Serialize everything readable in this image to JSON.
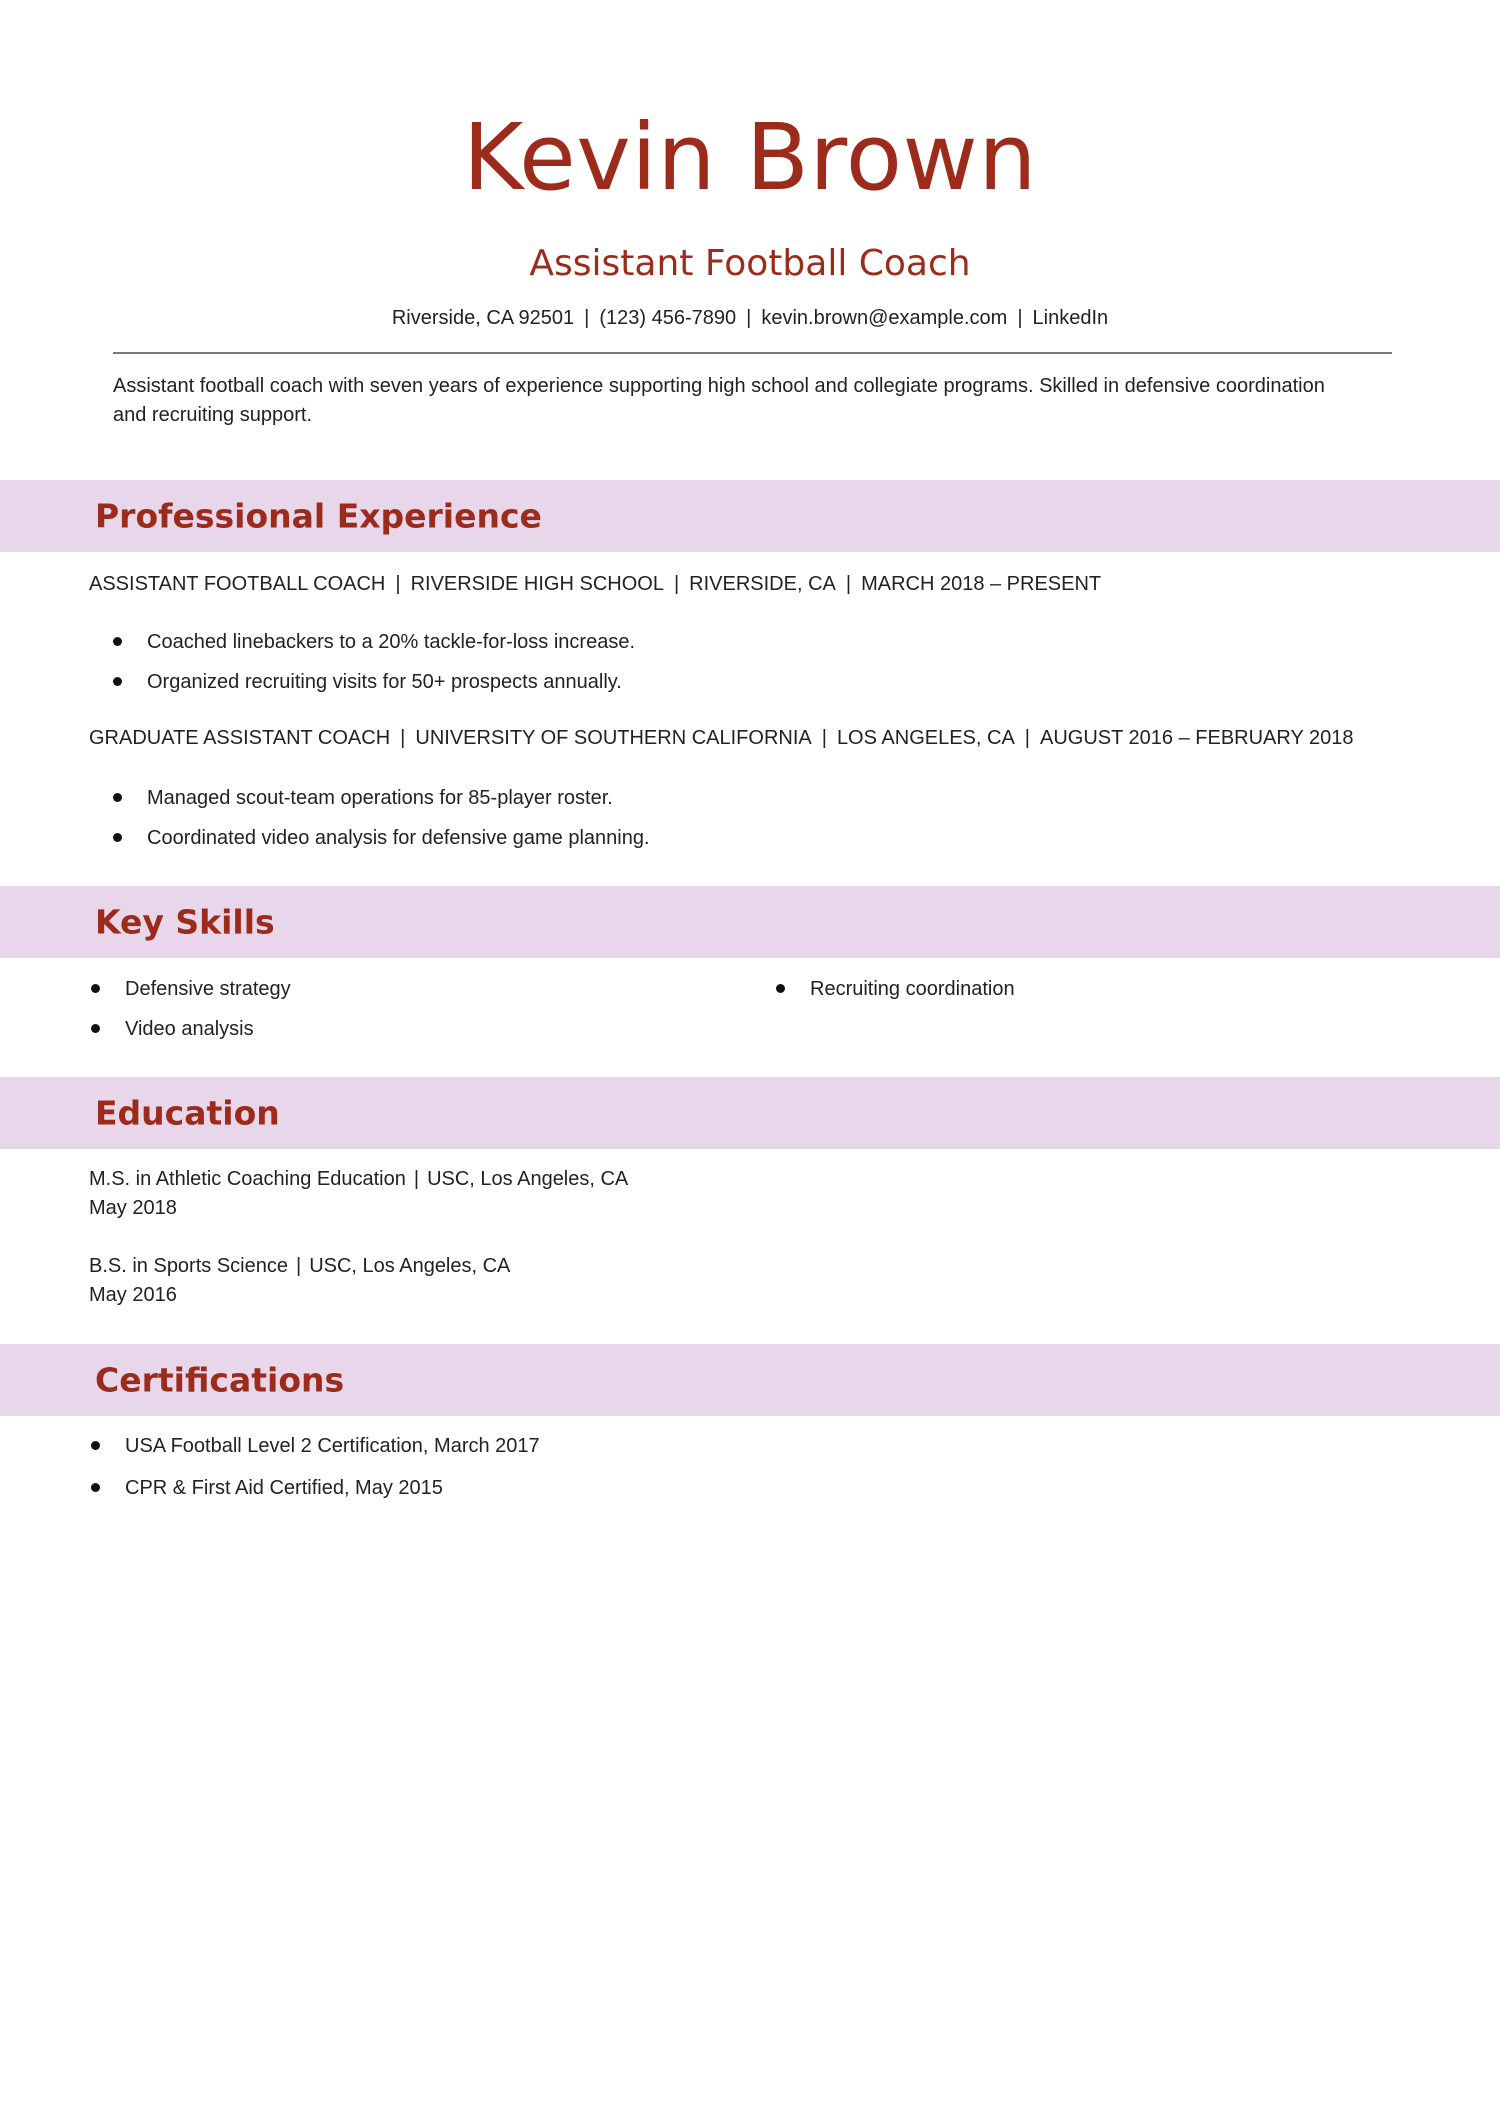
{
  "header": {
    "name": "Kevin Brown",
    "title": "Assistant Football Coach",
    "contact": {
      "location": "Riverside, CA 92501",
      "phone": "(123) 456-7890",
      "email": "kevin.brown@example.com",
      "linkedin": "LinkedIn"
    },
    "separator": "|"
  },
  "summary": "Assistant football coach with seven years of experience supporting high school and collegiate programs. Skilled in defensive coordination and recruiting support.",
  "sections": {
    "experience": "Professional Experience",
    "skills": "Key Skills",
    "education": "Education",
    "certifications": "Certifications"
  },
  "experience": [
    {
      "title": "ASSISTANT FOOTBALL COACH",
      "org": "RIVERSIDE HIGH SCHOOL",
      "location": "RIVERSIDE, CA",
      "dates": "MARCH 2018 – PRESENT",
      "bullets": [
        "Coached linebackers to a 20% tackle-for-loss increase.",
        "Organized recruiting visits for 50+ prospects annually."
      ]
    },
    {
      "title": "GRADUATE ASSISTANT COACH",
      "org": "UNIVERSITY OF SOUTHERN CALIFORNIA",
      "location": "LOS ANGELES, CA",
      "dates": "AUGUST 2016 – FEBRUARY 2018",
      "bullets": [
        "Managed scout-team operations for 85-player roster.",
        "Coordinated video analysis for defensive game planning."
      ]
    }
  ],
  "skills": {
    "left": [
      "Defensive strategy",
      "Video analysis"
    ],
    "right": [
      "Recruiting coordination"
    ]
  },
  "education": [
    {
      "degree": "M.S. in Athletic Coaching Education",
      "school": "USC, Los Angeles, CA",
      "date": "May 2018"
    },
    {
      "degree": "B.S. in Sports Science",
      "school": "USC, Los Angeles, CA",
      "date": "May 2016"
    }
  ],
  "certifications": [
    "USA Football Level 2 Certification, March 2017",
    "CPR & First Aid Certified, May 2015"
  ],
  "colors": {
    "accent": "#9d2b1c",
    "band": "#e8d6ea",
    "rule": "#7a7a7a"
  }
}
